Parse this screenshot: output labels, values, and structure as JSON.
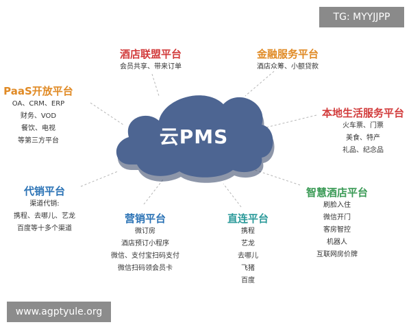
{
  "colors": {
    "red": "#d23c3c",
    "orange": "#e08a25",
    "teal": "#2b9a9a",
    "blue": "#2a72b5",
    "green": "#3a9a55",
    "darkred": "#b83232",
    "cloud": "#4d6592",
    "cloud_shadow": "#2f3f63"
  },
  "center": {
    "label": "云PMS"
  },
  "nodes": {
    "alliance": {
      "title": "酒店联盟平台",
      "items": [
        "会员共享、带来订单"
      ]
    },
    "finance": {
      "title": "金融服务平台",
      "items": [
        "酒店众筹、小额贷款"
      ]
    },
    "paas": {
      "title": "PaaS开放平台",
      "items": [
        "OA、CRM、ERP",
        "财务、VOD",
        "餐饮、电视",
        "等第三方平台"
      ]
    },
    "local": {
      "title": "本地生活服务平台",
      "items": [
        "火车票、门票",
        "美食、特产",
        "礼品、纪念品"
      ]
    },
    "agency": {
      "title": "代销平台",
      "items": [
        "渠道代销:",
        "携程、去哪儿、艺龙",
        "百度等十多个渠道"
      ]
    },
    "marketing": {
      "title": "营销平台",
      "items": [
        "微订房",
        "酒店预订小程序",
        "微信、支付宝扫码支付",
        "微信扫码领会员卡"
      ]
    },
    "direct": {
      "title": "直连平台",
      "items": [
        "携程",
        "艺龙",
        "去哪儿",
        "飞猪",
        "百度"
      ]
    },
    "smart": {
      "title": "智慧酒店平台",
      "items": [
        "刷脸入住",
        "微信开门",
        "客房智控",
        "机器人",
        "互联网房价牌"
      ]
    }
  },
  "watermarks": {
    "top": "TG: MYYJJPP",
    "bottom": "www.agptyule.org"
  }
}
